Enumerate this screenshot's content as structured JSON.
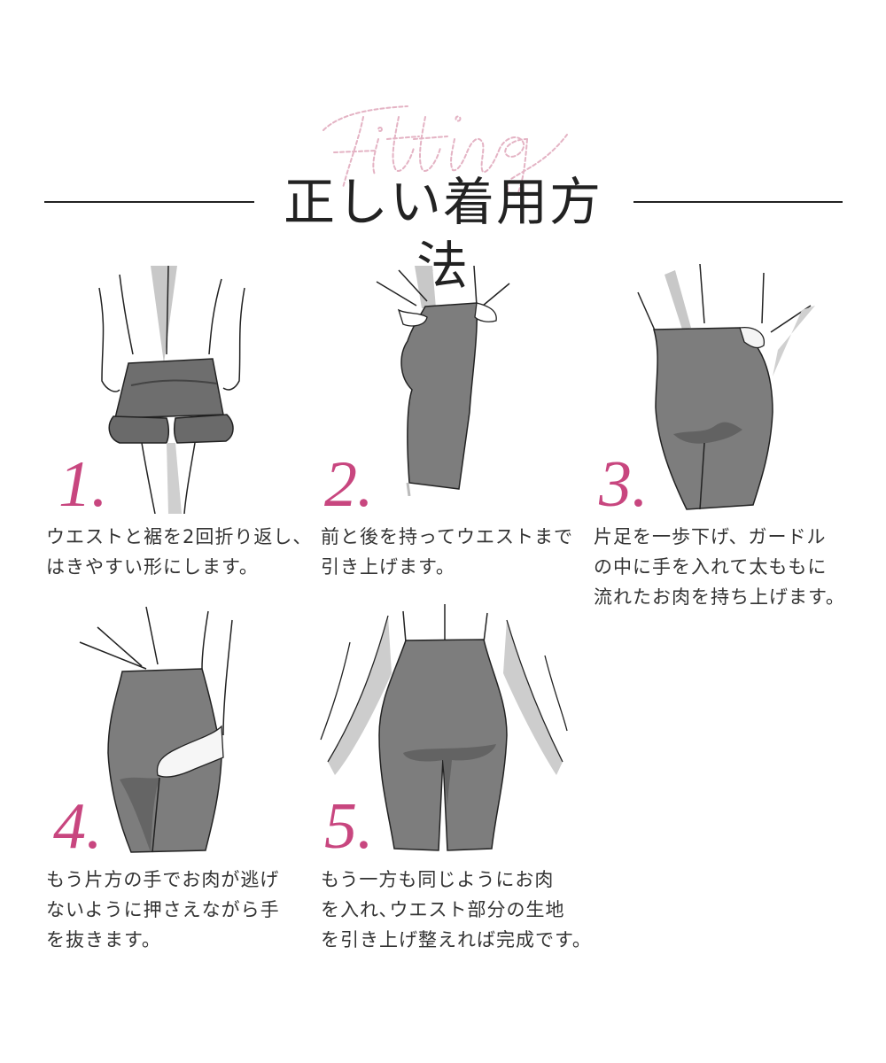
{
  "header": {
    "script_word": "Fitting",
    "title": "正しい着用方法",
    "accent_color": "#c8467f",
    "script_color": "#e7b9c8",
    "garment_color": "#7c7c7c"
  },
  "steps": [
    {
      "number": "1.",
      "illustration": "folded-shorts-illustration",
      "text": "ウエストと裾を2回折り返し、\nはきやすい形にします。"
    },
    {
      "number": "2.",
      "illustration": "pull-up-side-view-illustration",
      "text": "前と後を持ってウエストまで\n引き上げます。"
    },
    {
      "number": "3.",
      "illustration": "hand-inside-girdle-illustration",
      "text": "片足を一歩下げ、ガードル\nの中に手を入れて太ももに\n流れたお肉を持ち上げます。"
    },
    {
      "number": "4.",
      "illustration": "hold-flesh-hand-illustration",
      "text": "もう片方の手でお肉が逃げ\nないように押さえながら手\nを抜きます。"
    },
    {
      "number": "5.",
      "illustration": "finished-front-view-illustration",
      "text": "もう一方も同じようにお肉\nを入れ､ウエスト部分の生地\nを引き上げ整えれば完成です。"
    }
  ]
}
